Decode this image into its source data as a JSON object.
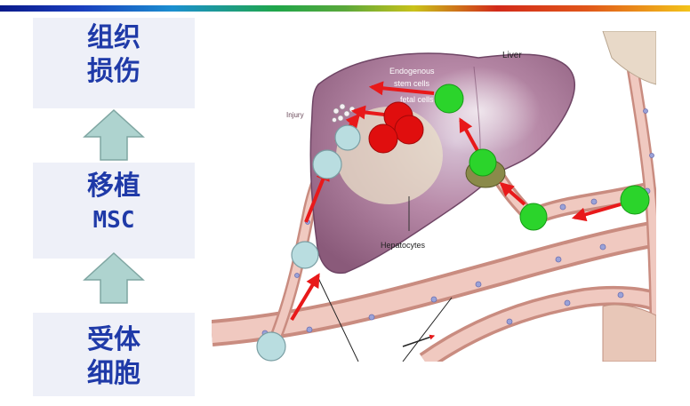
{
  "steps": [
    {
      "line1": "组织",
      "line2": "损伤"
    },
    {
      "line1": "移植",
      "line2": "MSC"
    },
    {
      "line1": "受体",
      "line2": "细胞"
    }
  ],
  "illustration_labels": {
    "liver": "Liver",
    "injury": "Injury",
    "endogenous_1": "Endogenous",
    "endogenous_2": "stem cells",
    "endogenous_3": "fetal cells",
    "hepatocytes": "Hepatocytes"
  },
  "colors": {
    "step_text": "#1f3aa8",
    "step_bg": "#eef0f8",
    "arrow_fill": "#aed3cf",
    "msc_cell": "#b9dde0",
    "green_cell": "#2bd42b",
    "red_cell": "#e00e0e",
    "arrow_red": "#e8191a"
  }
}
